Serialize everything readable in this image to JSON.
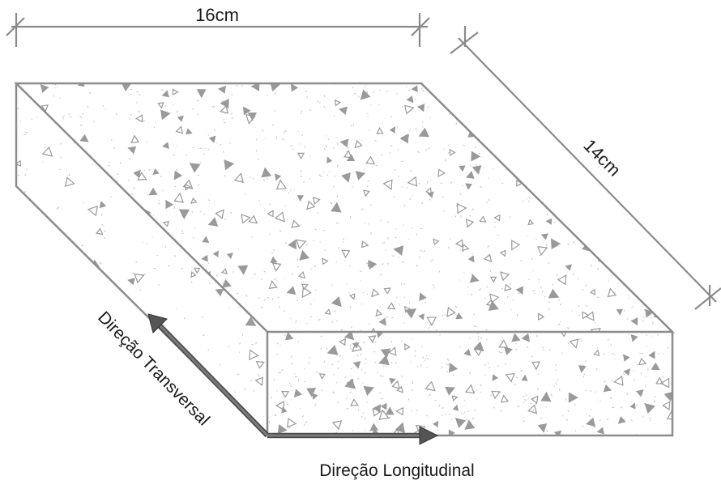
{
  "dimensions": {
    "width_label": "16cm",
    "depth_label": "14cm"
  },
  "directions": {
    "transversal_label": "Direção Transversal",
    "longitudinal_label": "Direção Longitudinal"
  },
  "colors": {
    "edge": "#8c8c8c",
    "dimension_line": "#8a8a8a",
    "arrow": "#555555",
    "aggregate": "#9a9a9a",
    "speckle": "#c4c4c4",
    "text": "#1a1a1a",
    "background": "#ffffff"
  }
}
